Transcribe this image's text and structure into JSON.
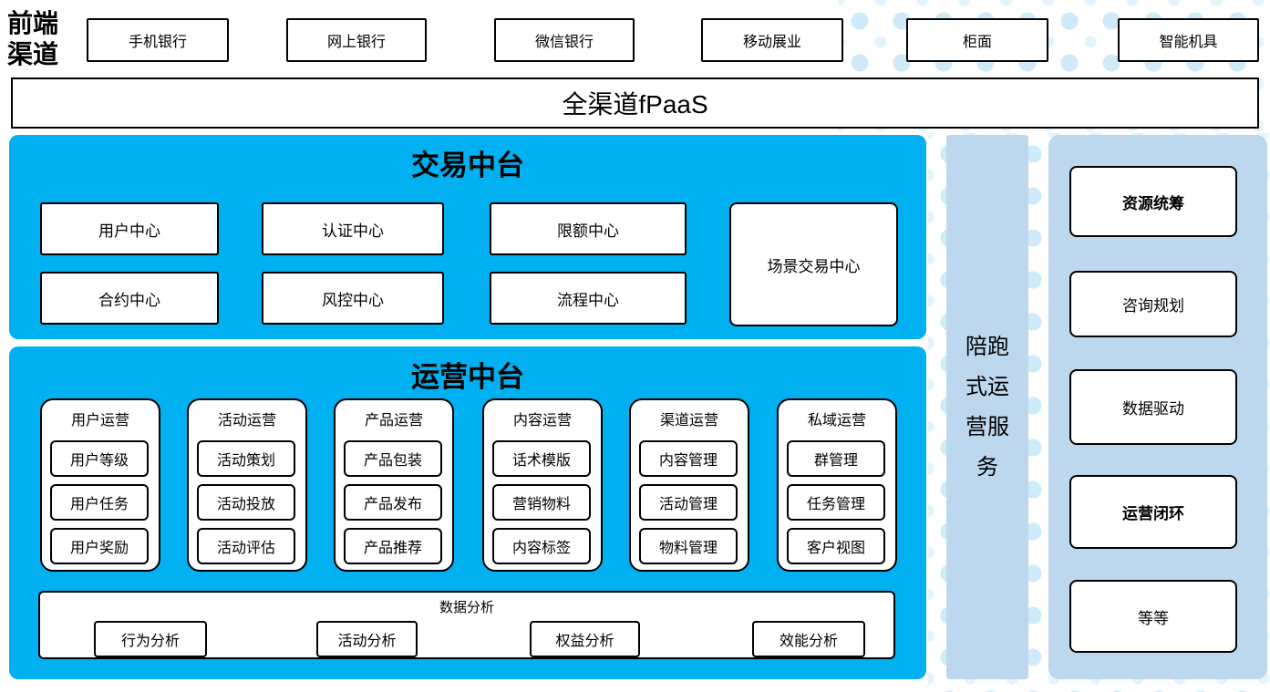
{
  "frontend": {
    "label": "前端渠道",
    "channels": [
      "手机银行",
      "网上银行",
      "微信银行",
      "移动展业",
      "柜面",
      "智能机具"
    ]
  },
  "fpaas": {
    "label": "全渠道fPaaS"
  },
  "transaction": {
    "title": "交易中台",
    "centers": [
      "用户中心",
      "认证中心",
      "限额中心",
      "合约中心",
      "风控中心",
      "流程中心"
    ],
    "scene_center": "场景交易中心"
  },
  "operation": {
    "title": "运营中台",
    "groups": [
      {
        "title": "用户运营",
        "items": [
          "用户等级",
          "用户任务",
          "用户奖励"
        ]
      },
      {
        "title": "活动运营",
        "items": [
          "活动策划",
          "活动投放",
          "活动评估"
        ]
      },
      {
        "title": "产品运营",
        "items": [
          "产品包装",
          "产品发布",
          "产品推荐"
        ]
      },
      {
        "title": "内容运营",
        "items": [
          "话术模版",
          "营销物料",
          "内容标签"
        ]
      },
      {
        "title": "渠道运营",
        "items": [
          "内容管理",
          "活动管理",
          "物料管理"
        ]
      },
      {
        "title": "私域运营",
        "items": [
          "群管理",
          "任务管理",
          "客户视图"
        ]
      }
    ],
    "analysis": {
      "title": "数据分析",
      "items": [
        "行为分析",
        "活动分析",
        "权益分析",
        "效能分析"
      ]
    }
  },
  "sidebar": {
    "label": "陪跑式运营服务"
  },
  "panel": {
    "items": [
      {
        "label": "资源统筹"
      },
      {
        "label": "咨询规划"
      },
      {
        "label": "数据驱动"
      },
      {
        "label": "运营闭环"
      },
      {
        "label": "等等"
      }
    ]
  },
  "colors": {
    "primary_blue": "#00b0f0",
    "light_blue": "#bdd7ee",
    "dot_color": "#cfeaf8",
    "border": "#000000"
  }
}
